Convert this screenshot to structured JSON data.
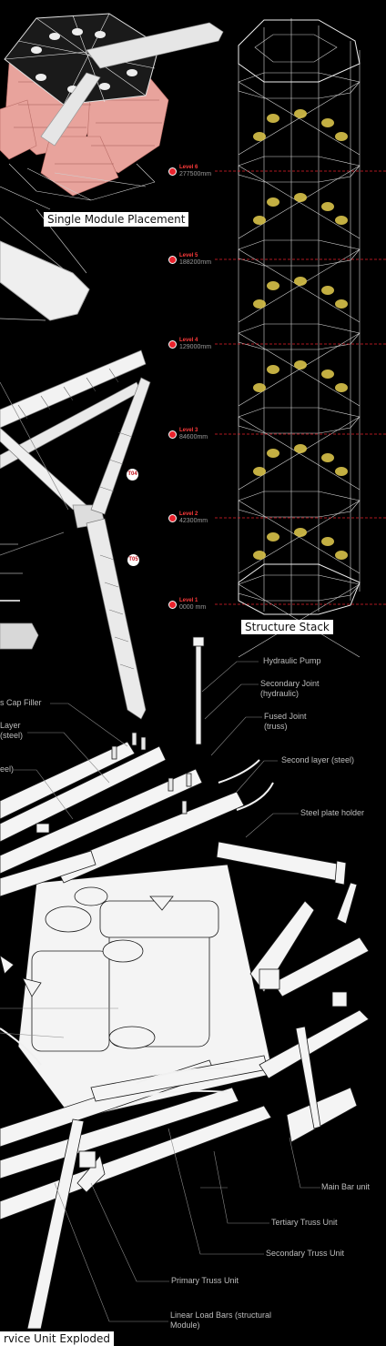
{
  "captions": {
    "single_module": "Single Module Placement",
    "structure_stack": "Structure Stack",
    "exploded": "rvice Unit Exploded"
  },
  "levels": [
    {
      "name": "Level 6",
      "height": "277500mm"
    },
    {
      "name": "Level 5",
      "height": "188200mm"
    },
    {
      "name": "Level 4",
      "height": "129000mm"
    },
    {
      "name": "Level 3",
      "height": "84600mm"
    },
    {
      "name": "Level 2",
      "height": "42300mm"
    },
    {
      "name": "Level 1",
      "height": "0000 mm"
    }
  ],
  "tags": [
    "T04",
    "T05"
  ],
  "annotations": {
    "right": [
      "Hydraulic Pump",
      "Secondary Joint\n(hydraulic)",
      "Fused Joint\n(truss)",
      "Second layer (steel)",
      "Steel plate holder",
      "Main Bar unit",
      "Tertiary Truss Unit",
      "Secondary Truss Unit",
      "Primary Truss Unit",
      "Linear Load Bars (structural\nModule)"
    ],
    "left": [
      "s Cap Filler",
      "Layer\n(steel)",
      "eel)"
    ]
  },
  "colors": {
    "background": "#000000",
    "structure_line": "#d8d8d8",
    "module_pink": "#e8a39c",
    "module_yellow": "#d9c24a",
    "level_red": "#e8222c"
  }
}
